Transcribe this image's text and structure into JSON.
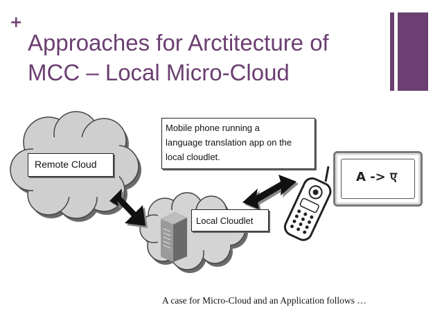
{
  "slide": {
    "bullet": "+",
    "title_line1": "Approaches for Arctitecture of",
    "title_line2": "MCC – Local Micro-Cloud",
    "caption": "A case for Micro-Cloud and an Application follows …"
  },
  "diagram": {
    "remote_cloud_label": "Remote Cloud",
    "local_cloudlet_label": "Local Cloudlet",
    "mobile_note_lines": [
      "Mobile phone running a",
      "language translation app on the",
      "local cloudlet."
    ],
    "screen_text": "A -> ए"
  },
  "colors": {
    "accent": "#6b3f71",
    "cloud_fill": "#c8c8c8",
    "cloud_shadow": "#6a6a6a"
  }
}
